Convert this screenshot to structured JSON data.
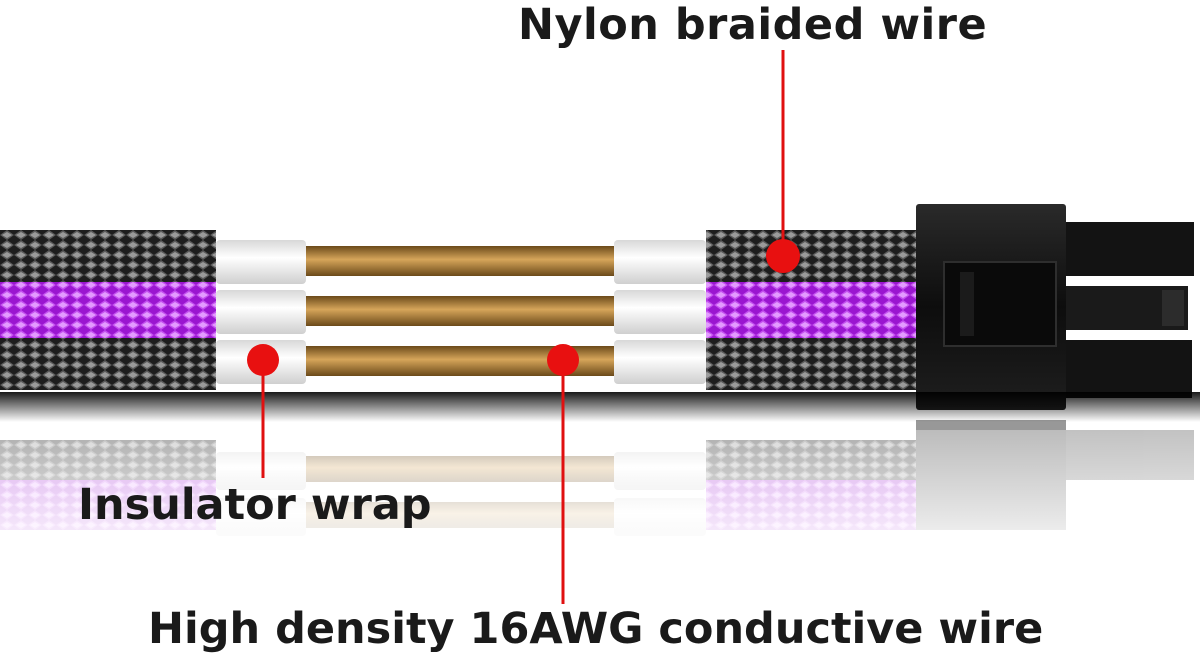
{
  "callouts": {
    "nylon": "Nylon braided wire",
    "insulator": "Insulator wrap",
    "conductive": "High density 16AWG conductive wire"
  },
  "colors": {
    "braid_dark": "#1c1c1c",
    "braid_light": "#8a8a8a",
    "braid_purple": "#b02be0",
    "insulator": "#f4f4f4",
    "copper": "#a57a35",
    "connector": "#111111",
    "callout": "#e01010"
  }
}
